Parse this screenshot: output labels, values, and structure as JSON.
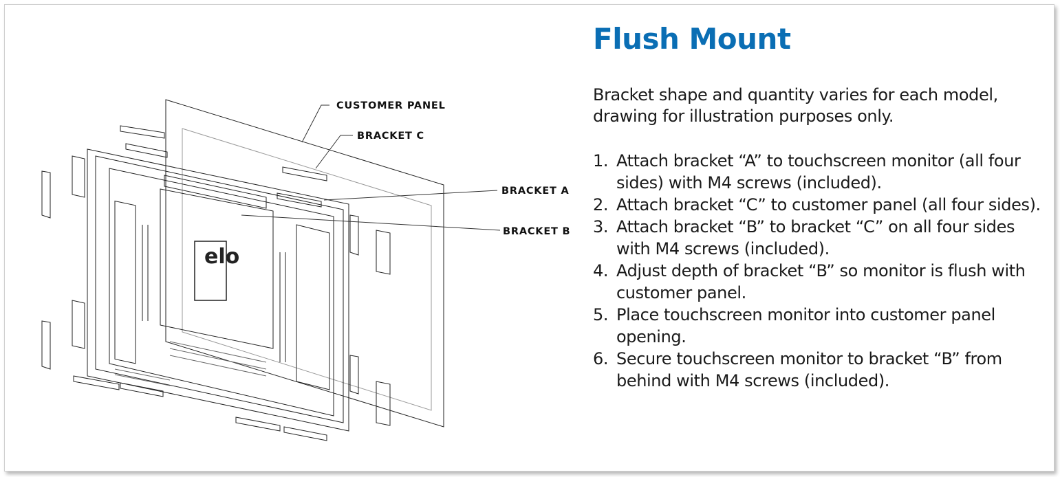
{
  "page": {
    "title": "Flush Mount",
    "title_color": "#0a6eb4",
    "intro": "Bracket shape and quantity varies for each model, drawing for illustration purposes only.",
    "steps": [
      {
        "number": "1.",
        "text": "Attach bracket “A” to touchscreen monitor (all four sides) with M4 screws (included)."
      },
      {
        "number": "2.",
        "text": "Attach bracket “C” to customer panel (all four sides)."
      },
      {
        "number": "3.",
        "text": "Attach bracket “B” to bracket “C” on all four sides with M4 screws (included)."
      },
      {
        "number": "4.",
        "text": "Adjust depth of bracket “B” so monitor is flush with customer panel."
      },
      {
        "number": "5.",
        "text": "Place touchscreen monitor into customer panel opening."
      },
      {
        "number": "6.",
        "text": "Secure touchscreen monitor to bracket “B” from behind with M4 screws (included)."
      }
    ]
  },
  "drawing": {
    "labels": {
      "customer_panel": "CUSTOMER PANEL",
      "bracket_c": "BRACKET C",
      "bracket_a": "BRACKET A",
      "bracket_b": "BRACKET B"
    },
    "logo_text": "elo"
  }
}
